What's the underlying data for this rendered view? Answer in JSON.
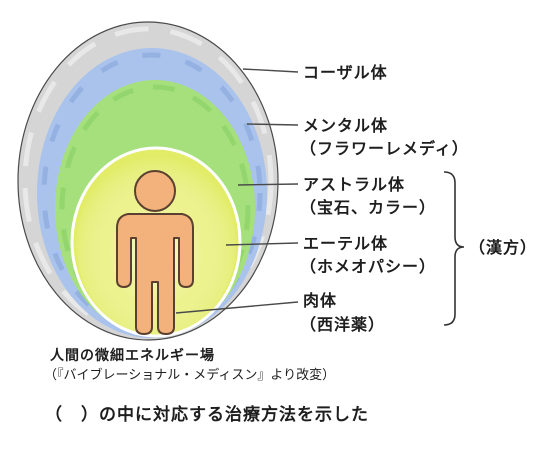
{
  "diagram": {
    "layers": [
      {
        "name": "コーザル体",
        "color": "#d5d5d5"
      },
      {
        "name": "メンタル体",
        "remedy": "（フラワーレメディ）",
        "color": "#a9c3ec"
      },
      {
        "name": "アストラル体",
        "remedy": "（宝石、カラー）",
        "color": "#a6e07c"
      },
      {
        "name": "エーテル体",
        "remedy": "（ホメオパシー）",
        "color": "#e2ec66"
      },
      {
        "name": "肉体",
        "remedy": "（西洋薬）",
        "color": "#f3b27c"
      }
    ],
    "bracket_label": "（漢方）",
    "outline_color": "#4a4a4a"
  },
  "caption": {
    "title": "人間の微細エネルギー場",
    "source": "（『バイブレーショナル・メディスン』より改変）"
  },
  "note": "（　）の中に対応する治療方法を示した"
}
